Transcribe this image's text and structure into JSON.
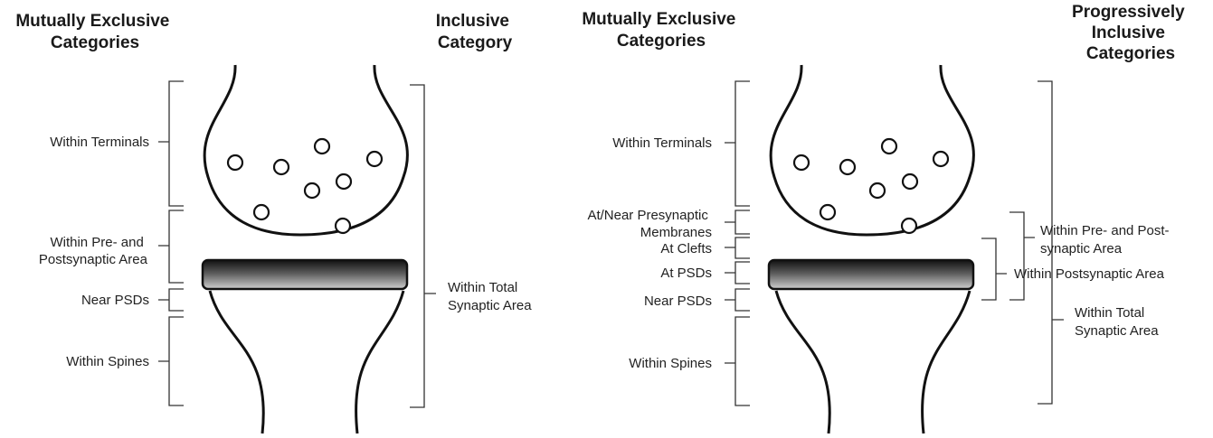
{
  "left_panel": {
    "heading_left": [
      "Mutually Exclusive",
      "Categories"
    ],
    "heading_right": [
      "Inclusive",
      "Category"
    ],
    "labels": {
      "terminals": "Within Terminals",
      "prepost": [
        "Within Pre- and",
        "Postsynaptic Area"
      ],
      "near_psds": "Near PSDs",
      "spines": "Within Spines",
      "total": [
        "Within Total",
        "Synaptic Area"
      ]
    }
  },
  "right_panel": {
    "heading_left": [
      "Mutually Exclusive",
      "Categories"
    ],
    "heading_right": [
      "Progressively",
      "Inclusive",
      "Categories"
    ],
    "labels": {
      "terminals": "Within Terminals",
      "presyn_membranes": [
        "At/Near Presynaptic",
        "Membranes"
      ],
      "clefts": "At Clefts",
      "at_psds": "At PSDs",
      "near_psds": "Near PSDs",
      "spines": "Within Spines",
      "prepost": [
        "Within Pre- and Post-",
        "synaptic Area"
      ],
      "postsynaptic": "Within Postsynaptic Area",
      "total": [
        "Within Total",
        "Synaptic Area"
      ]
    }
  }
}
